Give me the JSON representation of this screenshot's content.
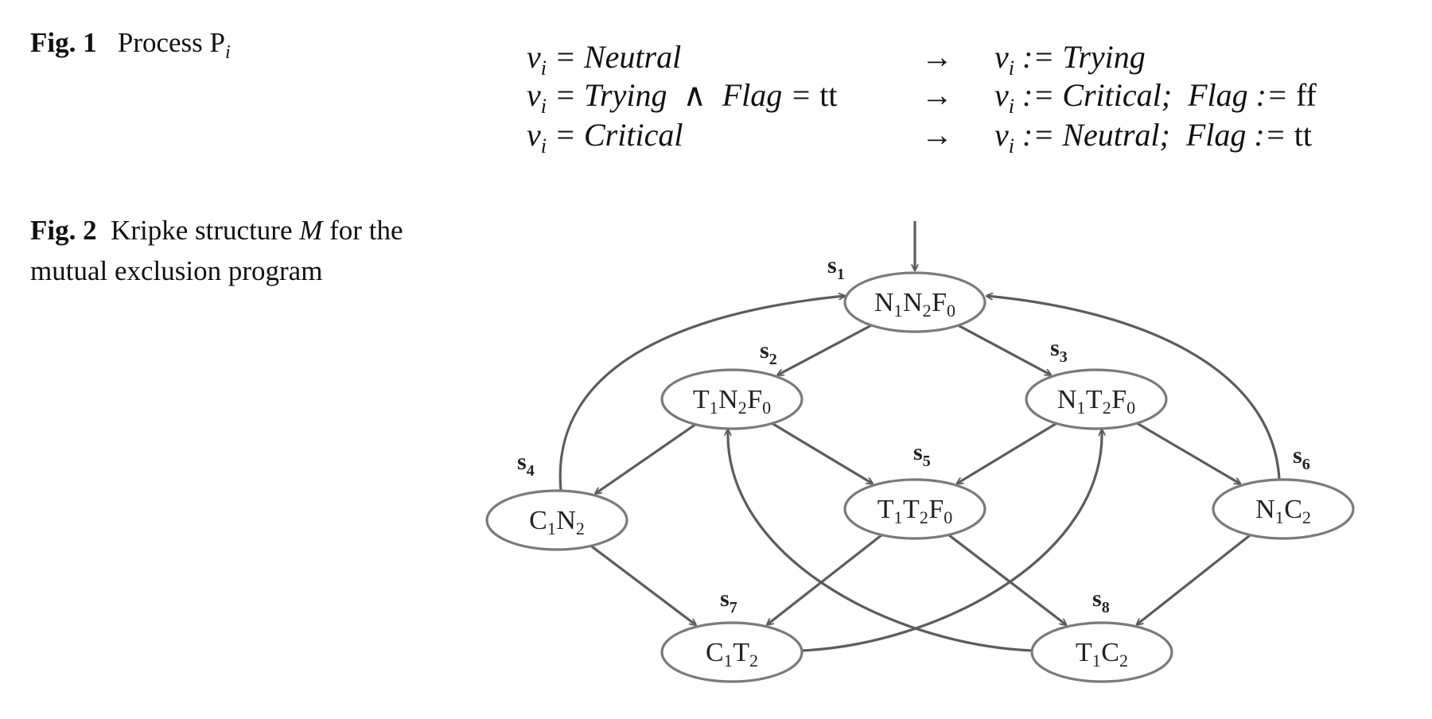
{
  "fig1": {
    "label": "Fig. 1",
    "caption": "Process P",
    "caption_sub": "i",
    "rules": [
      {
        "guard": [
          [
            "v",
            ""
          ],
          [
            "i",
            "sub"
          ],
          [
            " = Neutral",
            ""
          ]
        ],
        "arrow": "→",
        "action": [
          [
            "v",
            ""
          ],
          [
            "i",
            "sub"
          ],
          [
            " := Trying",
            ""
          ]
        ]
      },
      {
        "guard": [
          [
            "v",
            ""
          ],
          [
            "i",
            "sub"
          ],
          [
            " = Trying  ∧  Flag = ",
            ""
          ],
          [
            "tt",
            "rm"
          ]
        ],
        "arrow": "→",
        "action": [
          [
            "v",
            ""
          ],
          [
            "i",
            "sub"
          ],
          [
            " := Critical;  Flag := ",
            ""
          ],
          [
            "ff",
            "rm"
          ]
        ]
      },
      {
        "guard": [
          [
            "v",
            ""
          ],
          [
            "i",
            "sub"
          ],
          [
            " = Critical",
            ""
          ]
        ],
        "arrow": "→",
        "action": [
          [
            "v",
            ""
          ],
          [
            "i",
            "sub"
          ],
          [
            " := Neutral;  Flag := ",
            ""
          ],
          [
            "tt",
            "rm"
          ]
        ]
      }
    ]
  },
  "fig2": {
    "label": "Fig. 2",
    "caption_pre": "Kripke structure ",
    "caption_var": "M",
    "caption_post": " for the mutual exclusion program",
    "nodes": [
      {
        "id": "s1",
        "sub": "1",
        "label": [
          [
            "N",
            "1"
          ],
          [
            "N",
            "2"
          ],
          [
            "F",
            "0"
          ]
        ]
      },
      {
        "id": "s2",
        "sub": "2",
        "label": [
          [
            "T",
            "1"
          ],
          [
            "N",
            "2"
          ],
          [
            "F",
            "0"
          ]
        ]
      },
      {
        "id": "s3",
        "sub": "3",
        "label": [
          [
            "N",
            "1"
          ],
          [
            "T",
            "2"
          ],
          [
            "F",
            "0"
          ]
        ]
      },
      {
        "id": "s4",
        "sub": "4",
        "label": [
          [
            "C",
            "1"
          ],
          [
            "N",
            "2"
          ]
        ]
      },
      {
        "id": "s5",
        "sub": "5",
        "label": [
          [
            "T",
            "1"
          ],
          [
            "T",
            "2"
          ],
          [
            "F",
            "0"
          ]
        ]
      },
      {
        "id": "s6",
        "sub": "6",
        "label": [
          [
            "N",
            "1"
          ],
          [
            "C",
            "2"
          ]
        ]
      },
      {
        "id": "s7",
        "sub": "7",
        "label": [
          [
            "C",
            "1"
          ],
          [
            "T",
            "2"
          ]
        ]
      },
      {
        "id": "s8",
        "sub": "8",
        "label": [
          [
            "T",
            "1"
          ],
          [
            "C",
            "2"
          ]
        ]
      }
    ],
    "initial": "s1",
    "edges": [
      [
        "s1",
        "s2"
      ],
      [
        "s1",
        "s3"
      ],
      [
        "s2",
        "s4"
      ],
      [
        "s2",
        "s5"
      ],
      [
        "s3",
        "s5"
      ],
      [
        "s3",
        "s6"
      ],
      [
        "s4",
        "s7"
      ],
      [
        "s5",
        "s7"
      ],
      [
        "s5",
        "s8"
      ],
      [
        "s6",
        "s8"
      ],
      [
        "s4",
        "s1"
      ],
      [
        "s6",
        "s1"
      ],
      [
        "s7",
        "s3"
      ],
      [
        "s8",
        "s2"
      ]
    ]
  }
}
